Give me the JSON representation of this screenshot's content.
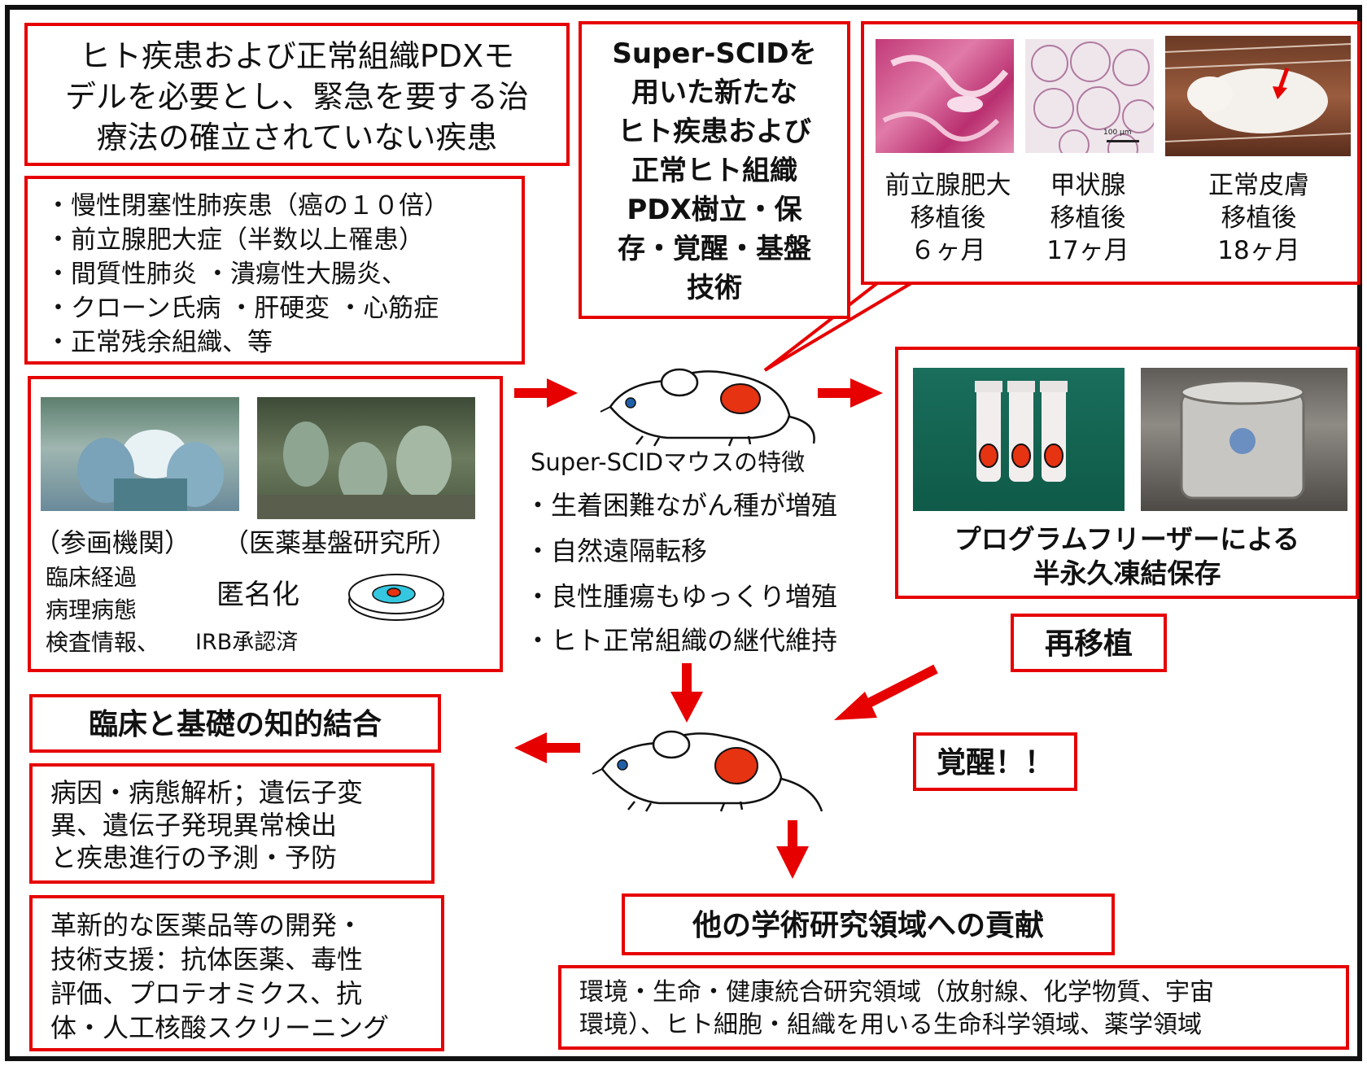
{
  "box_target_disease": {
    "lines": [
      "ヒト疾患および正常組織PDXモ",
      "デルを必要とし、緊急を要する治",
      "療法の確立されていない疾患"
    ]
  },
  "disease_list": [
    "・慢性閉塞性肺疾患（癌の１０倍）",
    "・前立腺肥大症（半数以上罹患）",
    "・間質性肺炎 ・潰瘍性大腸炎、",
    "・クローン氏病 ・肝硬変 ・心筋症",
    "・正常残余組織、等"
  ],
  "box_super_scid": {
    "lines": [
      "Super-SCIDを",
      "用いた新たな",
      "ヒト疾患および",
      "正常ヒト組織",
      "PDX樹立・保",
      "存・覚醒・基盤",
      "技術"
    ]
  },
  "transplant_results": [
    {
      "l1": "前立腺肥大",
      "l2": "移植後",
      "l3": "６ヶ月"
    },
    {
      "l1": "甲状腺",
      "l2": "移植後",
      "l3": "17ヶ月"
    },
    {
      "l1": "正常皮膚",
      "l2": "移植後",
      "l3": "18ヶ月"
    }
  ],
  "scale_bar_label": "100 μm",
  "institutions": {
    "left_label": "（参画機関）",
    "right_label": "（医薬基盤研究所）",
    "clinical_info": [
      "臨床経過",
      "病理病態",
      "検査情報、"
    ],
    "anonymization": "匿名化",
    "irb": "IRB承認済"
  },
  "mouse_features": {
    "title": "Super-SCIDマウスの特徴",
    "items": [
      "・生着困難ながん種が増殖",
      "・自然遠隔転移",
      "・良性腫瘍もゆっくり増殖",
      "・ヒト正常組織の継代維持"
    ]
  },
  "freezer_box": {
    "lines": [
      "プログラムフリーザーによる",
      "半永久凍結保存"
    ]
  },
  "retransplant_label": "再移植",
  "awakening_label": "覚醒！！",
  "clinical_basic_title": "臨床と基礎の知的結合",
  "pathology_box": {
    "lines": [
      "病因・病態解析；遺伝子変",
      "異、遺伝子発現異常検出",
      "と疾患進行の予測・予防"
    ]
  },
  "drug_dev_box": {
    "lines": [
      "革新的な医薬品等の開発・",
      "技術支援：抗体医薬、毒性",
      "評価、プロテオミクス、抗",
      "体・人工核酸スクリーニング"
    ]
  },
  "contribution_title": "他の学術研究領域への貢献",
  "research_fields_box": {
    "lines": [
      "環境・生命・健康統合研究領域（放射線、化学物質、宇宙",
      "環境）、ヒト細胞・組織を用いる生命科学領域、薬学領域"
    ]
  },
  "colors": {
    "accent_red": "#e60000",
    "tumor_red": "#e63312",
    "dish_cyan": "#35c7e0"
  }
}
